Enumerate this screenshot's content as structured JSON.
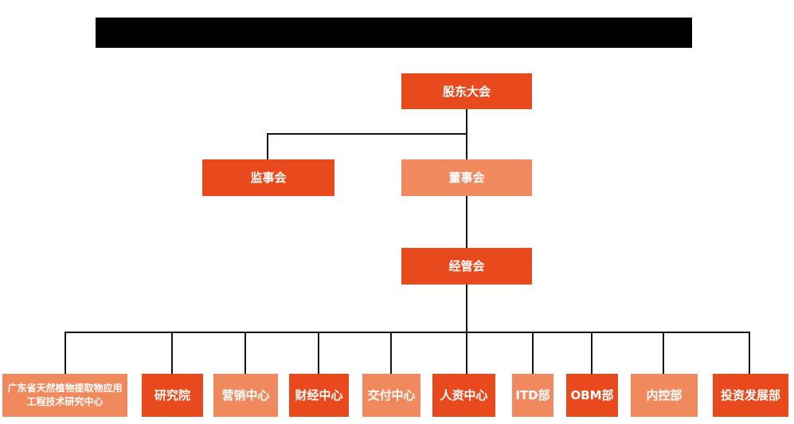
{
  "colors": {
    "primary": "#e84a1d",
    "secondary": "#f08a5e",
    "connector": "#141414",
    "redacted_bar": "#000000",
    "background": "#ffffff",
    "node_text": "#ffffff"
  },
  "org_chart": {
    "type": "org-tree",
    "root": {
      "label": "股东大会",
      "variant": "primary"
    },
    "level2": [
      {
        "label": "监事会",
        "variant": "primary"
      },
      {
        "label": "董事会",
        "variant": "secondary"
      }
    ],
    "level3": {
      "label": "经管会",
      "variant": "primary"
    },
    "departments": [
      {
        "label": "广东省天然植物提取物应用工程技术研究中心",
        "variant": "secondary"
      },
      {
        "label": "研究院",
        "variant": "primary"
      },
      {
        "label": "营销中心",
        "variant": "secondary"
      },
      {
        "label": "财经中心",
        "variant": "primary"
      },
      {
        "label": "交付中心",
        "variant": "secondary"
      },
      {
        "label": "人资中心",
        "variant": "primary"
      },
      {
        "label": "ITD部",
        "variant": "secondary"
      },
      {
        "label": "OBM部",
        "variant": "primary"
      },
      {
        "label": "内控部",
        "variant": "secondary"
      },
      {
        "label": "投资发展部",
        "variant": "primary"
      }
    ]
  }
}
